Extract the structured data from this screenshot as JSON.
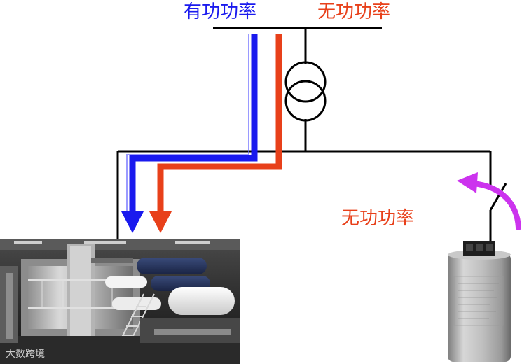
{
  "labels": {
    "active_power": "有功功率",
    "reactive_power_top": "无功功率",
    "reactive_power_mid": "无功功率"
  },
  "watermark": "大数跨境",
  "colors": {
    "active_power": "#1a1aee",
    "reactive_power": "#e8401a",
    "capacitor_arrow": "#cc33ee",
    "line": "#000000"
  },
  "icons": {
    "transformer": "two-winding-transformer-symbol",
    "factory": "paper-machine-photo",
    "capacitor": "capacitor-can",
    "switch": "switch-symbol"
  }
}
